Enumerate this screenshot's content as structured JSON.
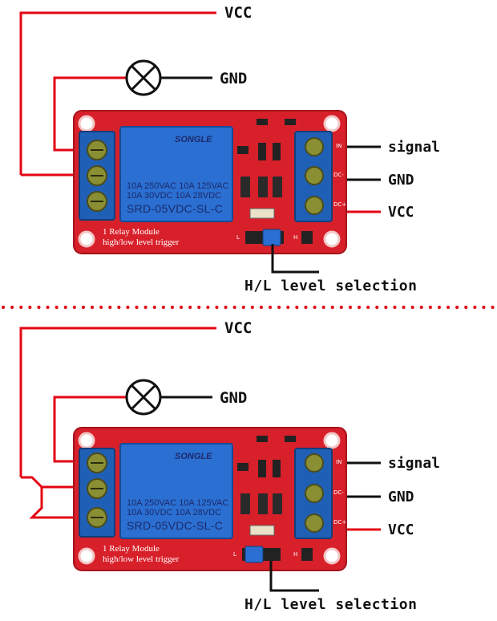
{
  "diagrams": [
    {
      "labels": {
        "vcc_top": "VCC",
        "gnd_lamp": "GND",
        "signal": "signal",
        "gnd_right": "GND",
        "vcc_right": "VCC",
        "selection": "H/L level selection"
      },
      "relay": {
        "brand": "SONGLE",
        "line1": "10A 250VAC  10A 125VAC",
        "line2": "10A  30VDC  10A  28VDC",
        "model": "SRD-05VDC-SL-C"
      },
      "board": {
        "text1": "1 Relay  Module",
        "text2": "high/low level trigger",
        "pin_in": "IN",
        "pin_dcm": "DC-",
        "pin_dcp": "DC+",
        "jumper_l": "L",
        "jumper_h": "H"
      }
    },
    {
      "labels": {
        "vcc_top": "VCC",
        "gnd_lamp": "GND",
        "signal": "signal",
        "gnd_right": "GND",
        "vcc_right": "VCC",
        "selection": "H/L level selection"
      },
      "relay": {
        "brand": "SONGLE",
        "line1": "10A 250VAC  10A 125VAC",
        "line2": "10A  30VDC  10A  28VDC",
        "model": "SRD-05VDC-SL-C"
      },
      "board": {
        "text1": "1 Relay  Module",
        "text2": "high/low level trigger",
        "pin_in": "IN",
        "pin_dcm": "DC-",
        "pin_dcp": "DC+",
        "jumper_l": "L",
        "jumper_h": "H"
      }
    }
  ],
  "colors": {
    "wire_red": "#e30613",
    "wire_black": "#111111",
    "pcb_red": "#d8202a",
    "terminal_blue": "#1f5fb5",
    "relay_blue": "#2a6fd1"
  }
}
